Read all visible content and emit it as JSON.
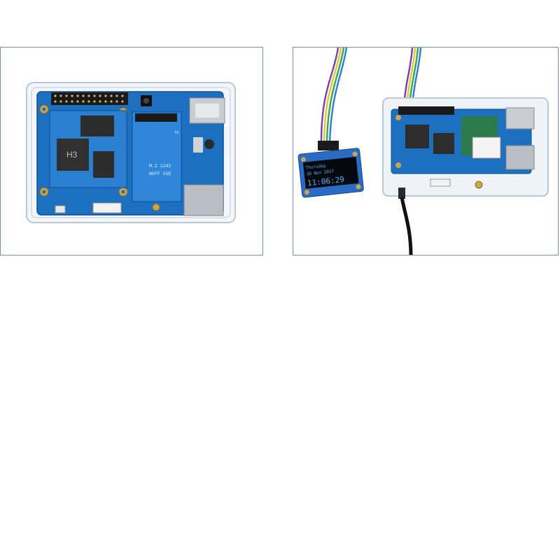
{
  "photos": {
    "left": {
      "chip_label": "H3",
      "silk_m2": "M.2 2242",
      "silk_ssd": "NGFF SSD",
      "silk_ts": "TS"
    },
    "right": {
      "oled_line1": "Thursday",
      "oled_line2": "30 Nov 2017",
      "oled_time": "11:06:29"
    }
  },
  "colors": {
    "panel_border": "#6f93b8",
    "pcb_blue": "#1d6fbf",
    "oled_text": "#4fb6ff"
  }
}
